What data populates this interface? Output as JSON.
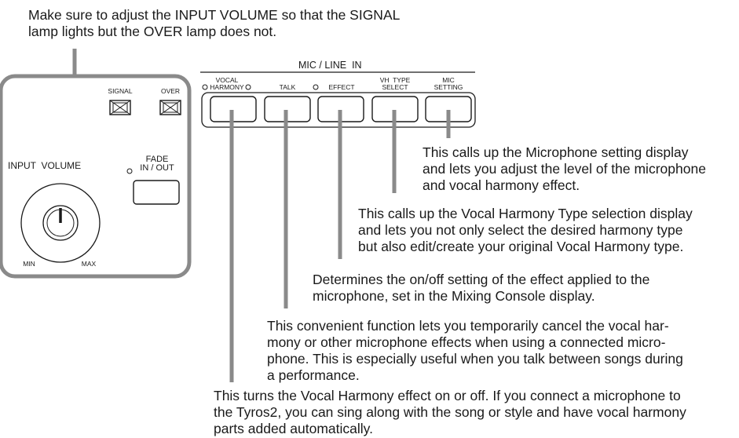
{
  "top_note": "Make sure to adjust the INPUT VOLUME so that the SIGNAL\nlamp lights but the OVER lamp does not.",
  "panel": {
    "signal_label": "SIGNAL",
    "over_label": "OVER",
    "input_volume_label": "INPUT  VOLUME",
    "fade_label": "FADE\nIN / OUT",
    "min_label": "MIN",
    "max_label": "MAX"
  },
  "mic_line_in": {
    "title": "MIC / LINE  IN",
    "buttons": [
      {
        "label": "VOCAL\nHARMONY"
      },
      {
        "label": "TALK"
      },
      {
        "label": "EFFECT"
      },
      {
        "label": "VH  TYPE\nSELECT"
      },
      {
        "label": "MIC\nSETTING"
      }
    ]
  },
  "callouts": {
    "mic_setting": "This calls up the Microphone setting display\nand lets you adjust the level of the microphone\nand vocal harmony effect.",
    "vh_type_select": "This calls up the Vocal Harmony Type selection display\nand lets you not only select the desired harmony type\nbut also edit/create your original Vocal Harmony type.",
    "effect": "Determines the on/off setting of the effect applied to the\nmicrophone, set in the Mixing Console display.",
    "talk": "This convenient function lets you temporarily cancel the vocal har-\nmony or other microphone effects when using a connected micro-\nphone. This is especially useful when you talk between songs during\na performance.",
    "vocal_harmony": "This turns the Vocal Harmony effect on or off. If you connect a microphone to\nthe Tyros2, you can sing along with the song or style and have vocal harmony\nparts added automatically."
  }
}
